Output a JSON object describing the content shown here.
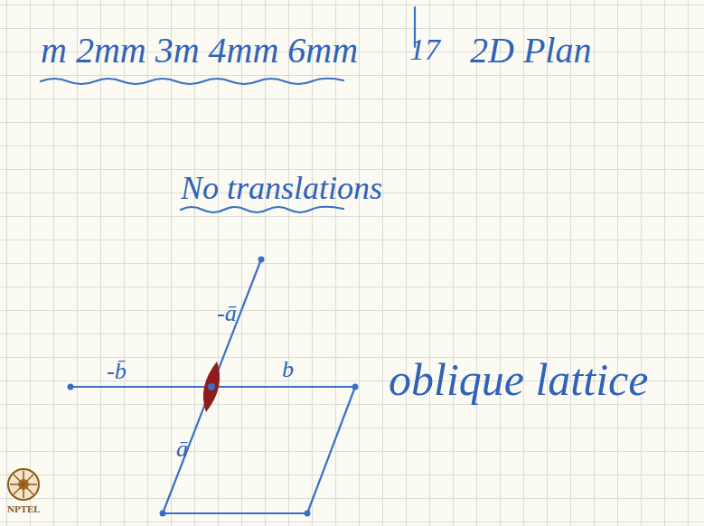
{
  "diagram": {
    "labels": [
      "m 2mm 3m 4mm 6mm",
      "17",
      "2D Plan",
      "No translations",
      "-ā",
      "-b̄",
      "b",
      "ā",
      "oblique lattice",
      "NPTEL"
    ]
  }
}
